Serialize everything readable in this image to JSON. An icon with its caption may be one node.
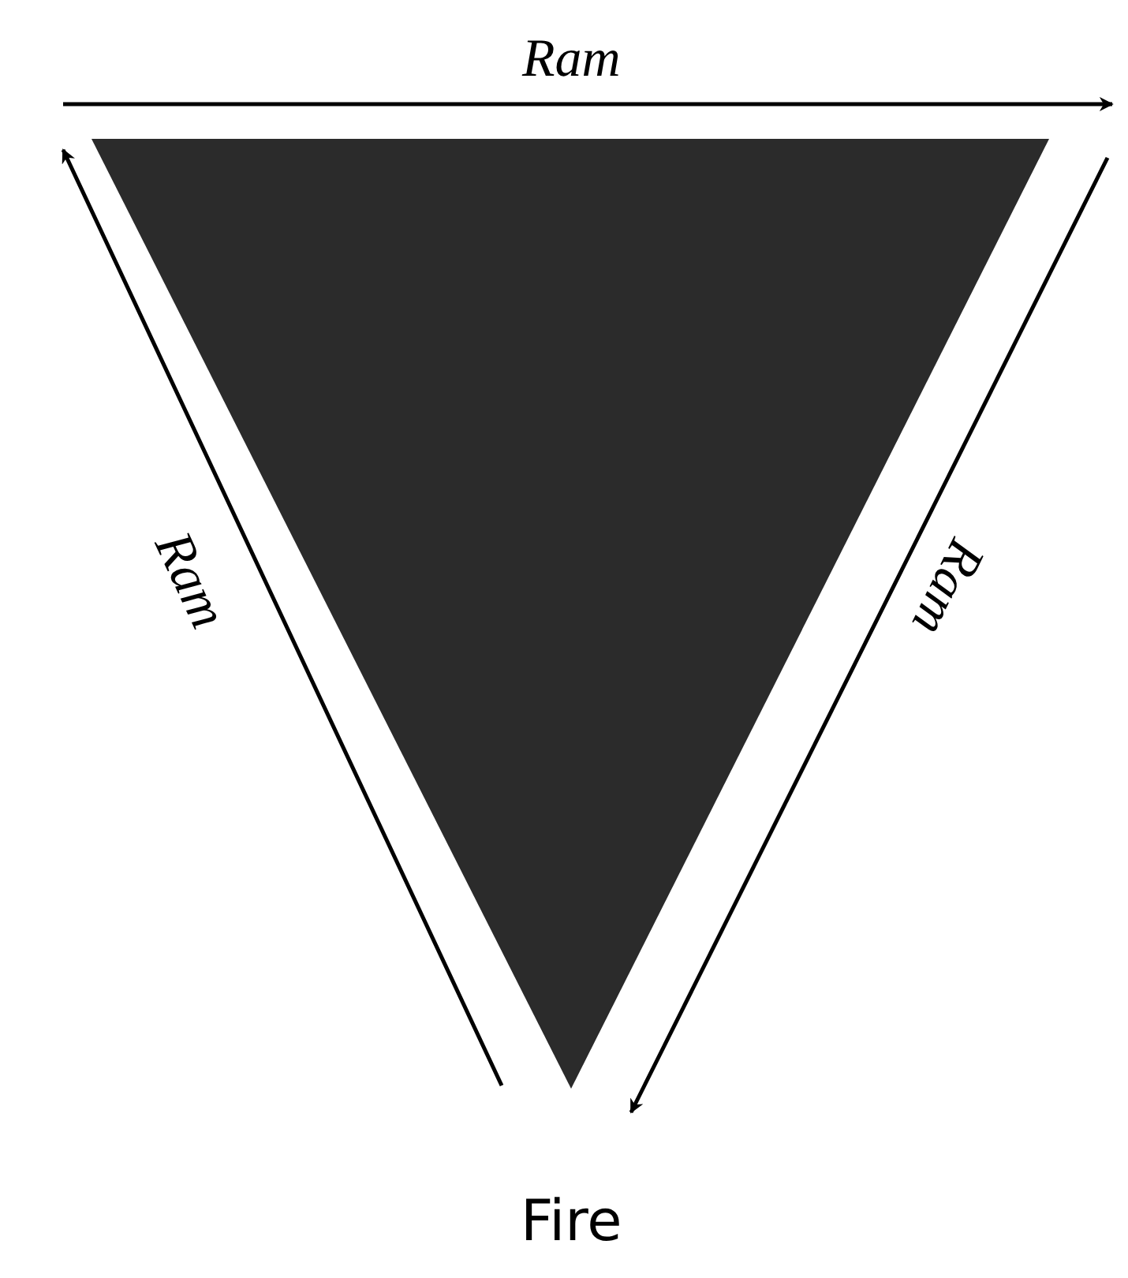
{
  "diagram": {
    "caption": "Fire",
    "labels": [
      "Ram",
      "Ram",
      "Ram"
    ]
  }
}
